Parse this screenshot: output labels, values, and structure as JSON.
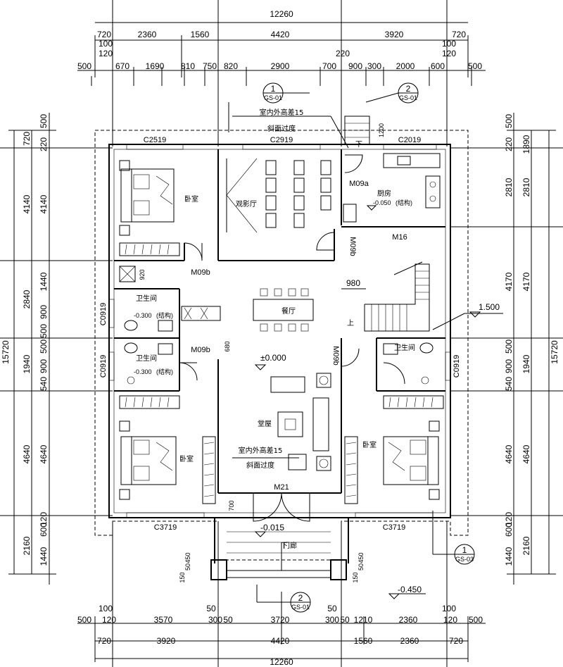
{
  "top_dims": {
    "overall": "12260",
    "row2": [
      "720",
      "2360",
      "1560",
      "4420",
      "3920",
      "720"
    ],
    "row3": [
      "500",
      "670",
      "1690",
      "810",
      "750",
      "820",
      "2900",
      "700",
      "900",
      "300",
      "2000",
      "600",
      "500"
    ],
    "small": [
      "100",
      "120",
      "220",
      "100",
      "120"
    ]
  },
  "bottom_dims": {
    "overall": "12260",
    "row2": [
      "720",
      "3920",
      "4420",
      "1560",
      "2360",
      "720"
    ],
    "row3": [
      "500",
      "120",
      "3570",
      "300",
      "50",
      "3720",
      "300",
      "50",
      "1210",
      "2360",
      "120",
      "500"
    ],
    "small": [
      "100",
      "50",
      "50",
      "100"
    ]
  },
  "left_dims": {
    "overall": "15720",
    "col1": [
      "720",
      "4140",
      "2840",
      "1940",
      "4640",
      "2160"
    ],
    "col2": [
      "500",
      "220",
      "4140",
      "1440",
      "900",
      "500",
      "500",
      "900",
      "540",
      "4640",
      "120",
      "600",
      "1440"
    ]
  },
  "right_dims": {
    "overall": "15720",
    "col1": [
      "500",
      "220",
      "2810",
      "4170",
      "500",
      "900",
      "540",
      "4640",
      "120",
      "600",
      "1440"
    ],
    "col2": [
      "1890",
      "2810",
      "4170",
      "1940",
      "4640",
      "2160"
    ]
  },
  "windows": {
    "c2519": "C2519",
    "c2919": "C2919",
    "c2019": "C2019",
    "c3719_left": "C3719",
    "c3719_right": "C3719",
    "c0919_left1": "C0919",
    "c0919_left2": "C0919",
    "c0919_right": "C0919"
  },
  "doors": {
    "m09a": "M09a",
    "m09b_top": "M09b",
    "m09b_mid": "M09b",
    "m09b_low": "M09b",
    "m09b_right": "M09b",
    "m16": "M16",
    "m21": "M21"
  },
  "rooms": {
    "bedroom_top_left": "卧室",
    "theater": "观影厅",
    "kitchen": "厨房",
    "dining": "餐厅",
    "bath_left1": "卫生间",
    "bath_left2": "卫生间",
    "bath_right": "卫生间",
    "hall": "堂屋",
    "bedroom_bottom_left": "卧室",
    "bedroom_bottom_right": "卧室",
    "porch": "门廊"
  },
  "levels": {
    "kitchen": "-0.050",
    "kitchen_note": "(结构)",
    "bath1": "-0.300",
    "bath1_note": "(结构)",
    "bath2": "-0.300",
    "bath2_note": "(结构)",
    "hall": "±0.000",
    "door": "-0.015",
    "outside": "-0.450",
    "stair_landing": "1.500"
  },
  "notes": {
    "top1": "室内外高差15",
    "top2": "斜面过度",
    "mid1": "室内外高差15",
    "mid2": "斜面过度",
    "up_stair": "上",
    "up_porch": "下",
    "up_kitchen": "下"
  },
  "section_marks": {
    "top1_num": "1",
    "top1_ref": "GS-01",
    "top2_num": "2",
    "top2_ref": "GS-01",
    "right_num": "1",
    "right_ref": "GS-03",
    "bottom_num": "2",
    "bottom_ref": "GS-01"
  },
  "misc_dims": {
    "d920": "920",
    "d980": "980",
    "d680": "680",
    "d700": "700",
    "d1200": "1200",
    "d150a": "150",
    "d150b": "150",
    "d50a": "50",
    "d50b": "50",
    "d450a": "450",
    "d450b": "450"
  }
}
